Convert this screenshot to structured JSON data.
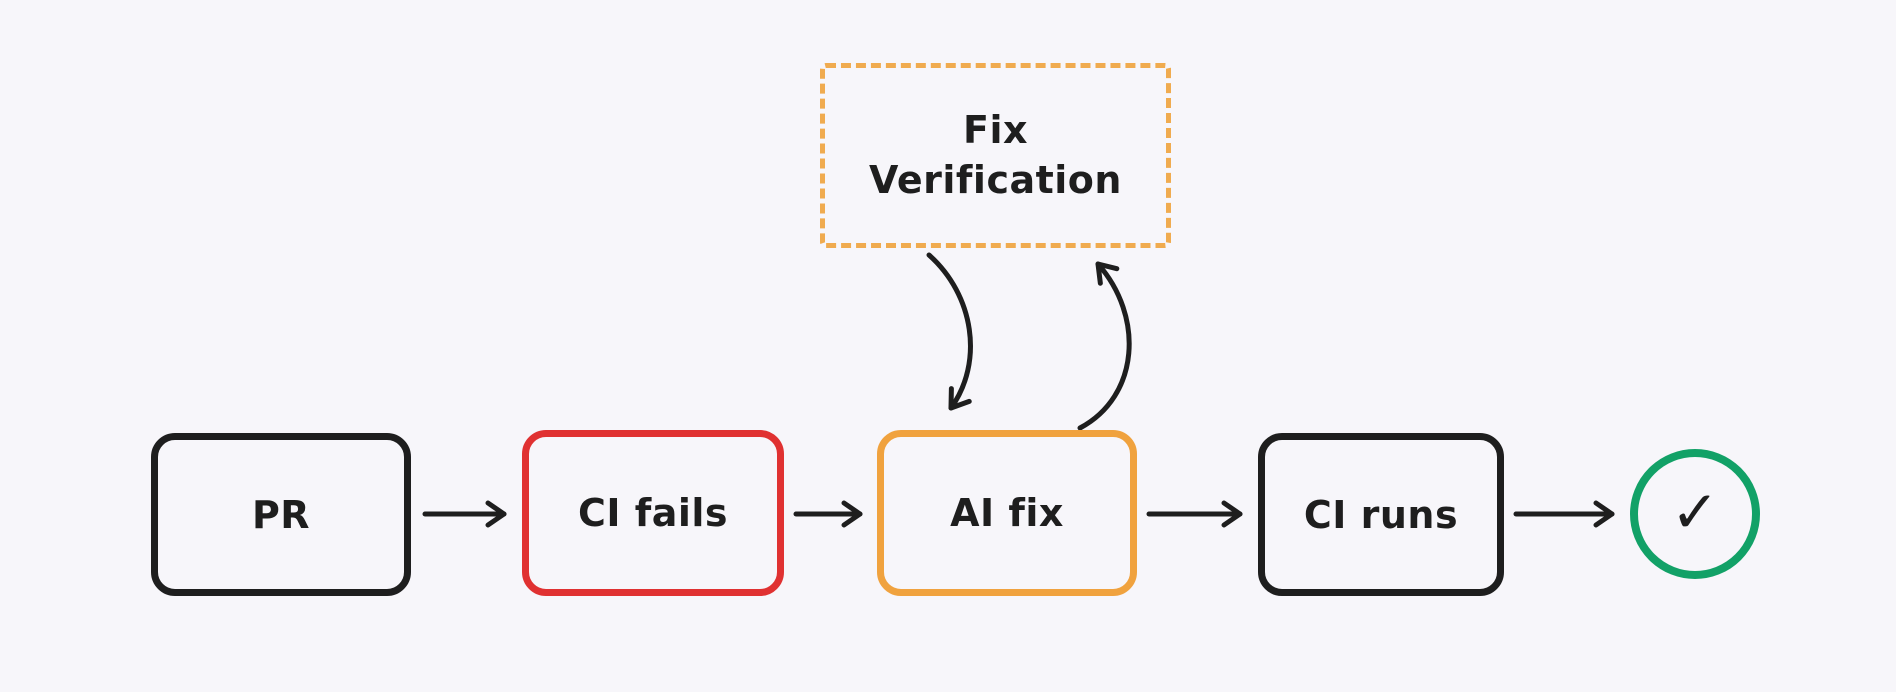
{
  "page": {
    "background_color": "#f7f6fa"
  },
  "diagram": {
    "type": "flowchart",
    "text_color": "#1e1e1e",
    "edge_color": "#1e1e1e",
    "nodes": {
      "fix_verification": {
        "label": "Fix Verification",
        "border_color": "#f0ab4f",
        "border_style": "dashed"
      },
      "pr": {
        "label": "PR",
        "border_color": "#1e1e1e"
      },
      "ci_fails": {
        "label": "CI fails",
        "border_color": "#e03131"
      },
      "ai_fix": {
        "label": "AI fix",
        "border_color": "#f0a23e"
      },
      "ci_runs": {
        "label": "CI runs",
        "border_color": "#1e1e1e"
      },
      "success": {
        "icon": "check-icon",
        "check_glyph": "✓",
        "border_color": "#12a167"
      }
    },
    "edges": [
      {
        "from": "pr",
        "to": "ci_fails",
        "style": "straight"
      },
      {
        "from": "ci_fails",
        "to": "ai_fix",
        "style": "straight"
      },
      {
        "from": "ai_fix",
        "to": "ci_runs",
        "style": "straight"
      },
      {
        "from": "ci_runs",
        "to": "success",
        "style": "straight"
      },
      {
        "from": "fix_verification",
        "to": "ai_fix",
        "style": "curved"
      },
      {
        "from": "ai_fix",
        "to": "fix_verification",
        "style": "curved"
      }
    ]
  }
}
